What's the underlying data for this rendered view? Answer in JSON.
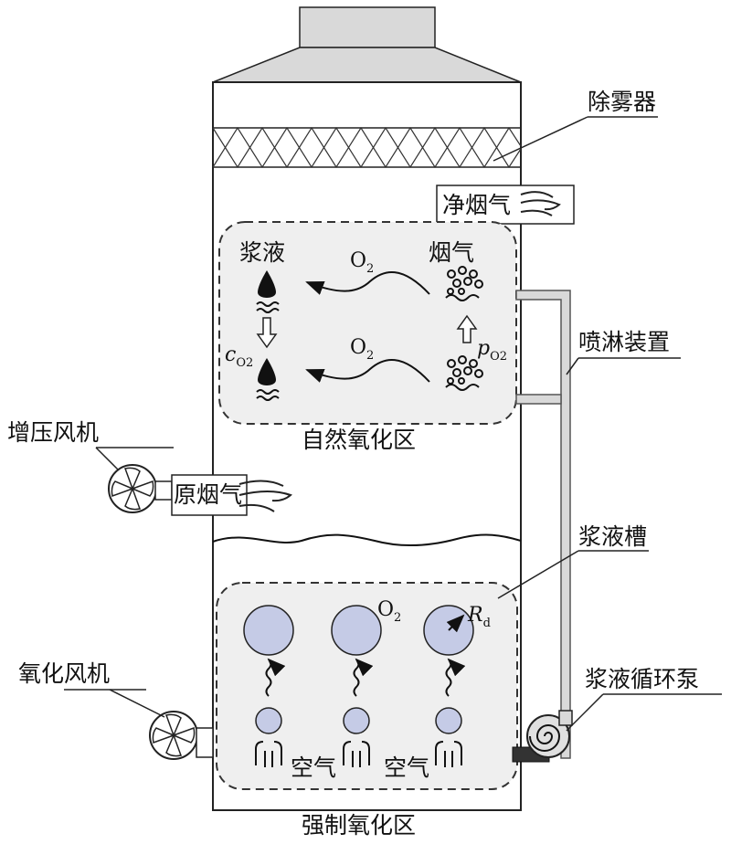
{
  "labels": {
    "demister": "除雾器",
    "clean_gas": "净烟气",
    "spray_device": "喷淋装置",
    "booster_fan": "增压风机",
    "raw_gas": "原烟气",
    "slurry_tank": "浆液槽",
    "oxidation_fan": "氧化风机",
    "slurry_pump": "浆液循环泵"
  },
  "natural_zone": {
    "title": "自然氧化区",
    "slurry": "浆液",
    "flue_gas": "烟气",
    "o2_top": "O",
    "o2_top_sub": "2",
    "o2_bottom": "O",
    "o2_bottom_sub": "2",
    "c_symbol": "c",
    "c_sub": "O2",
    "p_symbol": "p",
    "p_sub": "O2"
  },
  "forced_zone": {
    "title": "强制氧化区",
    "air_1": "空气",
    "air_2": "空气",
    "o2": "O",
    "o2_sub": "2",
    "r_symbol": "R",
    "r_sub": "d"
  }
}
